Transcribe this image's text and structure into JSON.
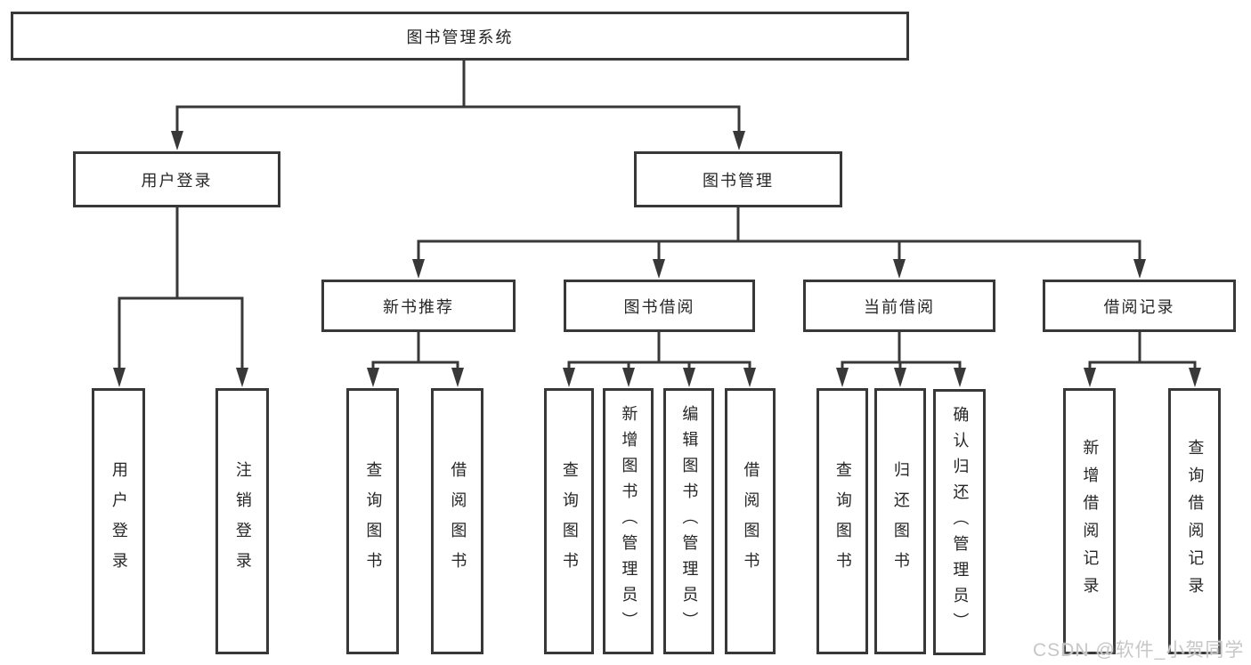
{
  "colors": {
    "line": "#383838",
    "text": "#262626",
    "background": "#ffffff",
    "watermark": "#c7c7c7"
  },
  "watermark": {
    "text": "CSDN @软件_小贺同学"
  },
  "tree": {
    "root": "图书管理系统",
    "branches": [
      {
        "label": "用户登录",
        "leaves": [
          "用户登录",
          "注销登录"
        ]
      },
      {
        "label": "图书管理",
        "sections": [
          {
            "label": "新书推荐",
            "leaves": [
              "查询图书",
              "借阅图书"
            ]
          },
          {
            "label": "图书借阅",
            "leaves": [
              "查询图书",
              "新增图书（管理员）",
              "编辑图书（管理员）",
              "借阅图书"
            ]
          },
          {
            "label": "当前借阅",
            "leaves": [
              "查询图书",
              "归还图书",
              "确认归还（管理员）"
            ]
          },
          {
            "label": "借阅记录",
            "leaves": [
              "新增借阅记录",
              "查询借阅记录"
            ]
          }
        ]
      }
    ]
  }
}
